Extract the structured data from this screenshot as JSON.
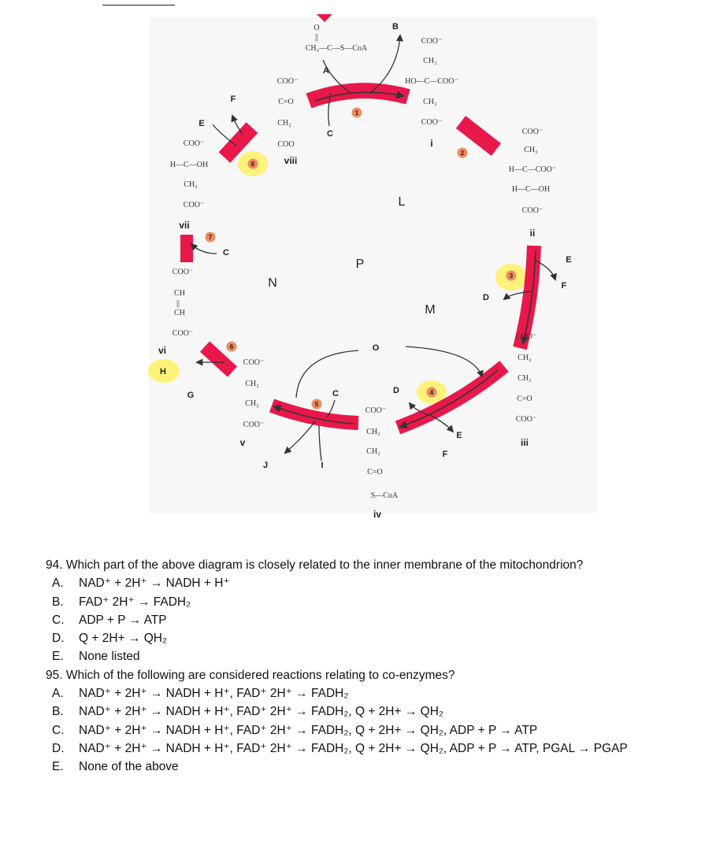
{
  "diagram": {
    "molecules": {
      "acetyl_coa": [
        "O",
        "||",
        "CH₃—C—S—CoA"
      ],
      "i": [
        "COO⁻",
        "CH₂",
        "HO—C—COO⁻",
        "CH₂",
        "COO⁻"
      ],
      "ii": [
        "COO⁻",
        "CH₂",
        "H—C—COO⁻",
        "H—C—OH",
        "COO⁻"
      ],
      "iii": [
        "COO⁻",
        "CH₂",
        "CH₂",
        "C=O",
        "COO⁻"
      ],
      "iv": [
        "COO⁻",
        "CH₂",
        "CH₂",
        "C=O",
        "S—CoA"
      ],
      "v": [
        "COO⁻",
        "CH₂",
        "CH₂",
        "COO⁻"
      ],
      "vi": [
        "COO⁻",
        "CH",
        "||",
        "CH",
        "COO⁻"
      ],
      "vii": [
        "COO⁻",
        "H—C—OH",
        "CH₂",
        "COO⁻"
      ],
      "viii": [
        "COO⁻",
        "C=O",
        "CH₂",
        "COO"
      ]
    },
    "roman_labels": {
      "i": "i",
      "ii": "ii",
      "iii": "iii",
      "iv": "iv",
      "v": "v",
      "vi": "vi",
      "vii": "vii",
      "viii": "viii"
    },
    "step_numbers": [
      "1",
      "2",
      "3",
      "4",
      "5",
      "6",
      "7",
      "8"
    ],
    "letters": {
      "A": "A",
      "B": "B",
      "C": "C",
      "D": "D",
      "E": "E",
      "F": "F",
      "G": "G",
      "H": "H",
      "I": "I",
      "J": "J",
      "L": "L",
      "M": "M",
      "N": "N",
      "O": "O",
      "P": "P"
    },
    "colors": {
      "arrow_band": "#e8194a",
      "step_circle": "#f08a5d",
      "highlight": "#fff27a"
    }
  },
  "q94": {
    "title": "94. Which part of the above diagram is closely related to the inner membrane of the mitochondrion?",
    "options": [
      {
        "letter": "A.",
        "text": "NAD⁺ + 2H⁺ → NADH + H⁺"
      },
      {
        "letter": "B.",
        "text": "FAD⁺ 2H⁺ → FADH₂"
      },
      {
        "letter": "C.",
        "text": "ADP + P → ATP"
      },
      {
        "letter": "D.",
        "text": "Q + 2H+ → QH₂"
      },
      {
        "letter": "E.",
        "text": "None listed"
      }
    ]
  },
  "q95": {
    "title": "95. Which of the following are considered reactions relating to co-enzymes?",
    "options": [
      {
        "letter": "A.",
        "text": "NAD⁺ + 2H⁺ → NADH + H⁺, FAD⁺ 2H⁺ → FADH₂"
      },
      {
        "letter": "B.",
        "text": "NAD⁺ + 2H⁺ → NADH + H⁺, FAD⁺ 2H⁺ → FADH₂, Q + 2H+ → QH₂"
      },
      {
        "letter": "C.",
        "text": "NAD⁺ + 2H⁺ → NADH + H⁺, FAD⁺ 2H⁺ → FADH₂, Q + 2H+ → QH₂, ADP + P → ATP"
      },
      {
        "letter": "D.",
        "text": "NAD⁺ + 2H⁺ → NADH + H⁺, FAD⁺ 2H⁺ → FADH₂, Q + 2H+ → QH₂, ADP + P → ATP, PGAL → PGAP"
      },
      {
        "letter": "E.",
        "text": "None of the above"
      }
    ]
  }
}
